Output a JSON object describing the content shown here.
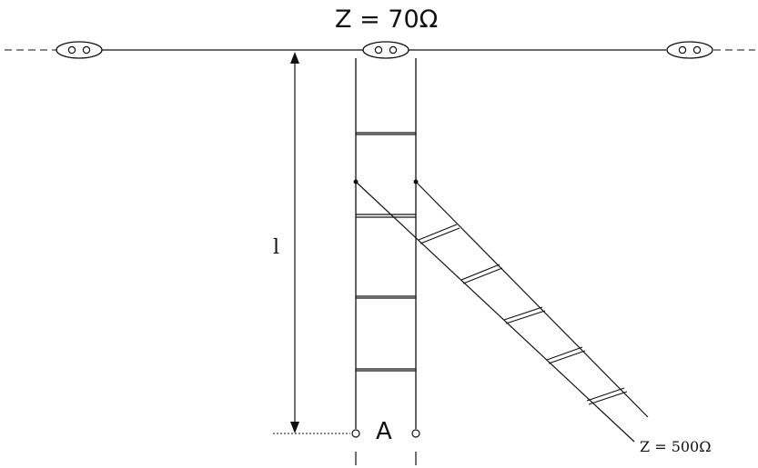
{
  "labels": {
    "top_impedance": "Z  = 70Ω",
    "length": "l",
    "point": "A",
    "feeder_impedance": "Z = 500Ω"
  },
  "colors": {
    "line": "#111111",
    "background": "#ffffff"
  },
  "icons": [
    "insulator-icon",
    "insulator-icon",
    "insulator-icon"
  ]
}
